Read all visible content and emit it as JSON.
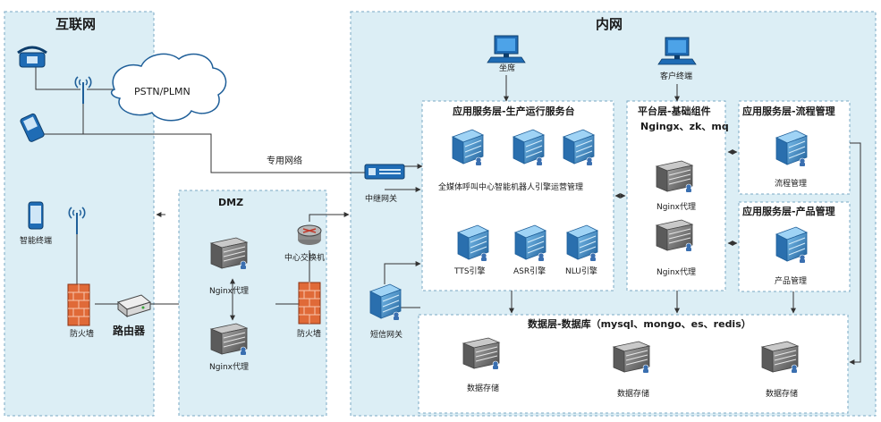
{
  "zones": {
    "internet": "互联网",
    "intranet": "内网",
    "dmz": "DMZ"
  },
  "cloud": "PSTN/PLMN",
  "network": {
    "private_line": "专用网络",
    "relay_gateway": "中继网关",
    "central_switch": "中心交换机",
    "sms_gateway": "短信网关",
    "router": "路由器"
  },
  "devices": {
    "smart_terminal": "智能终端",
    "firewall_left": "防火墙",
    "firewall_right": "防火墙",
    "agent_seat": "坐席",
    "customer_terminal": "客户终端"
  },
  "dmz_servers": {
    "nginx_top": "Nginx代理",
    "nginx_bottom": "Nginx代理"
  },
  "boxes": {
    "production": {
      "title": "应用服务层-生产运行服务台",
      "row1": "全媒体呼叫中心智能机器人引擎运营管理",
      "tts": "TTS引擎",
      "asr": "ASR引擎",
      "nlu": "NLU引擎"
    },
    "platform": {
      "title": "平台层-基础组件",
      "subtitle": "Ngingx、zk、mq",
      "nginx_top": "Nginx代理",
      "nginx_bottom": "Nginx代理"
    },
    "process": {
      "title": "应用服务层-流程管理",
      "label": "流程管理"
    },
    "product": {
      "title": "应用服务层-产品管理",
      "label": "产品管理"
    },
    "data": {
      "title": "数据层-数据库（mysql、mongo、es、redis）",
      "store1": "数据存储",
      "store2": "数据存储",
      "store3": "数据存储"
    }
  },
  "colors": {
    "zone_fill": "#dceef5",
    "zone_border": "#7aa8c4",
    "server_blue": "#2f7fc1",
    "server_gray": "#6e6e6e",
    "firewall": "#d9582b",
    "line": "#333333"
  }
}
